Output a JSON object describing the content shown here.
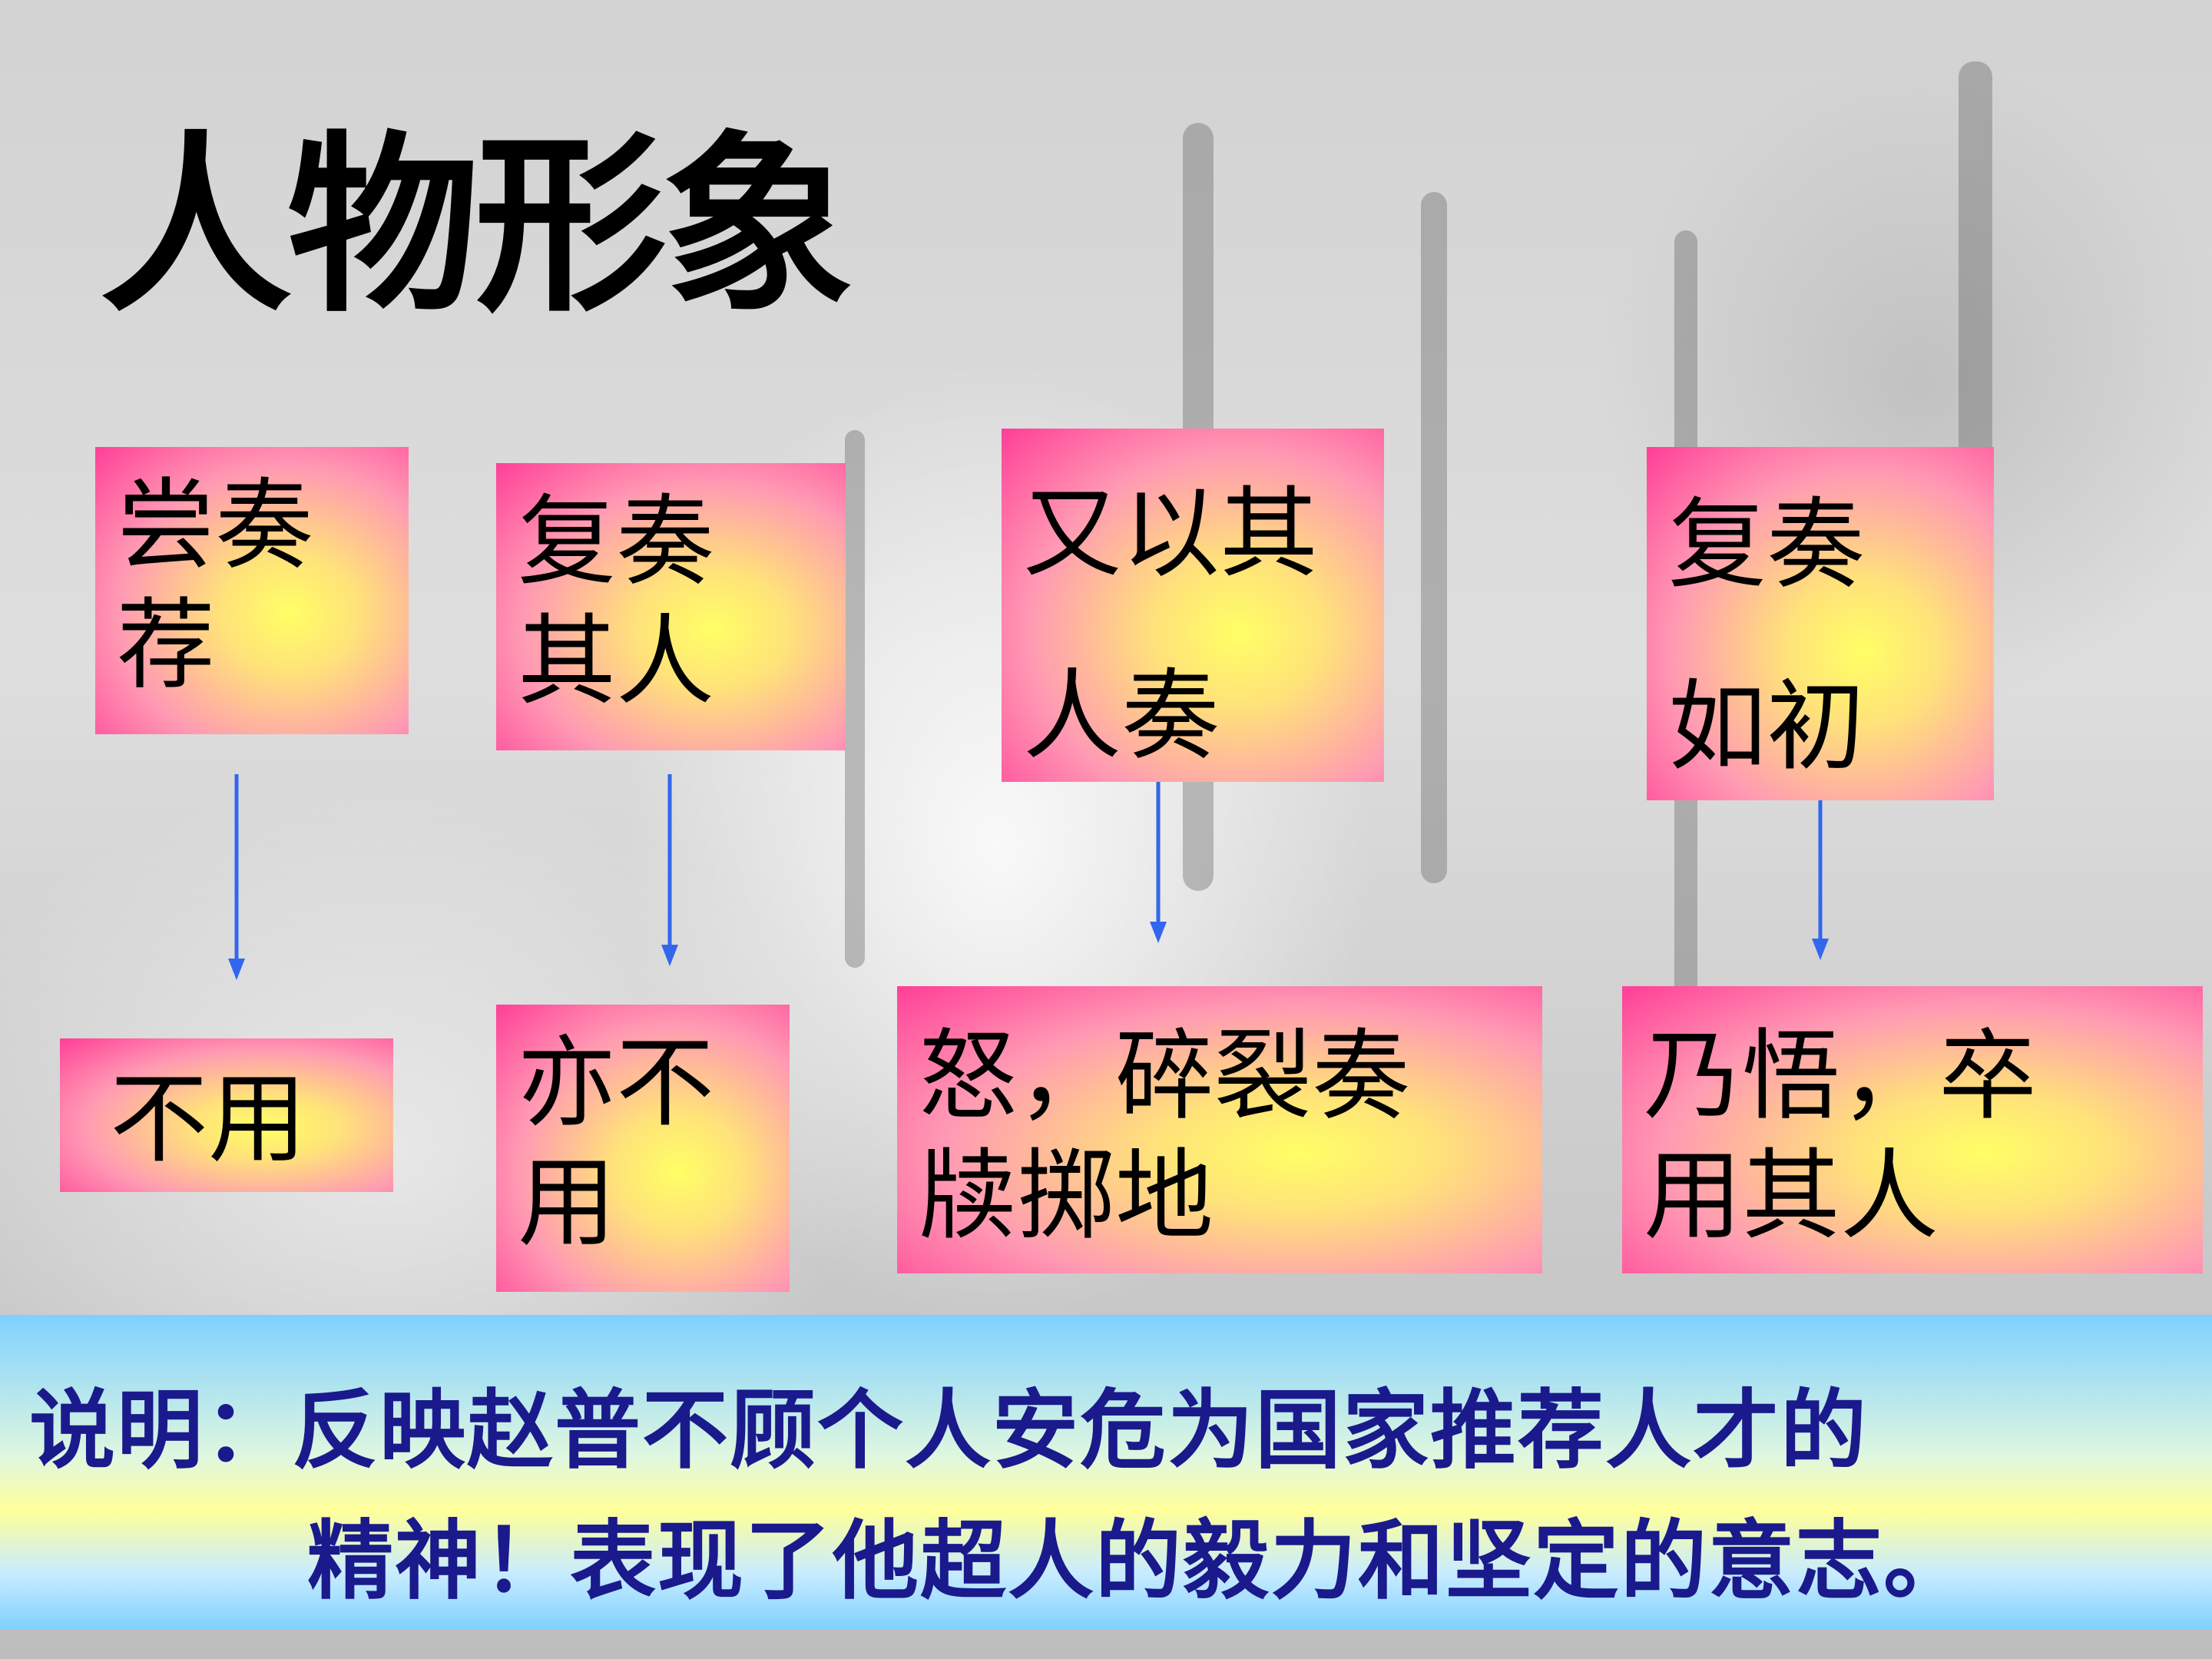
{
  "title": "人物形象",
  "top_boxes": [
    {
      "text": " 尝奏\n荐"
    },
    {
      "text": "复奏\n其人"
    },
    {
      "text": "又以其\n人奏"
    },
    {
      "text": "复奏\n如初"
    }
  ],
  "bottom_boxes": [
    {
      "text": "不用"
    },
    {
      "text": " 亦不\n用"
    },
    {
      "text": "怒，碎裂奏\n牍掷地"
    },
    {
      "text": " 乃悟，卒\n用其人"
    }
  ],
  "description": {
    "line1": "说明：反映赵普不顾个人安危为国家推荐人才的",
    "line2": "精神！表现了他超人的毅力和坚定的意志。"
  },
  "colors": {
    "arrow": "#3366ee",
    "box_edge": "#ff3e97",
    "box_center": "#ffff66",
    "description_text": "#1a1a8c"
  }
}
